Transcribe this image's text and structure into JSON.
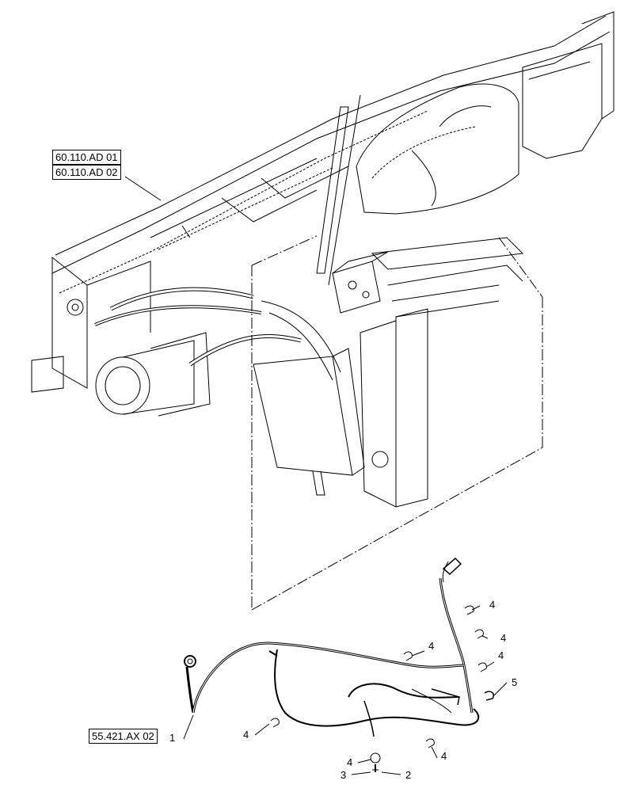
{
  "references": {
    "ref_a": "60.110.AD 01",
    "ref_b": "60.110.AD 02",
    "ref_c": "55.421.AX 02"
  },
  "callouts": {
    "c1": "1",
    "c2": "2",
    "c3": "3",
    "c4a": "4",
    "c4b": "4",
    "c4c": "4",
    "c4d": "4",
    "c4e": "4",
    "c4f": "4",
    "c4g": "4",
    "c5": "5"
  }
}
